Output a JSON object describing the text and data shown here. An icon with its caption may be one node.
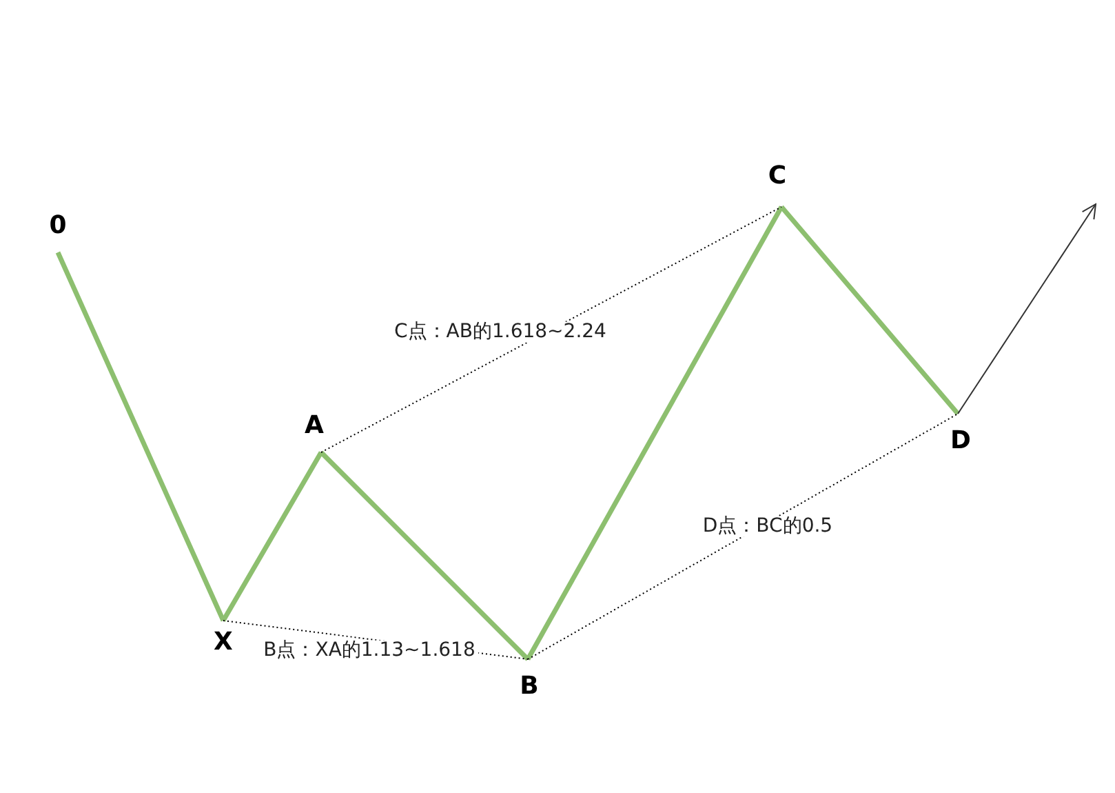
{
  "diagram": {
    "nodes": [
      {
        "text": [
          "0"
        ]
      },
      {
        "text": [
          "X"
        ]
      },
      {
        "text": [
          "A"
        ]
      },
      {
        "text": [
          "B"
        ]
      },
      {
        "text": [
          "C"
        ]
      },
      {
        "text": [
          "D"
        ]
      }
    ],
    "edges": [
      {
        "from": 0,
        "to": 1,
        "arrow": "none"
      },
      {
        "from": 1,
        "to": 2,
        "arrow": "none"
      },
      {
        "from": 2,
        "to": 3,
        "arrow": "none"
      },
      {
        "from": 3,
        "to": 4,
        "arrow": "none"
      },
      {
        "from": 4,
        "to": 5,
        "arrow": "none"
      },
      {
        "from": 1,
        "to": 3,
        "arrow": "none",
        "style": "dashed",
        "color": "#000000",
        "label": "B点：XA的1.13~1.618"
      },
      {
        "from": 2,
        "to": 4,
        "arrow": "none",
        "style": "dashed",
        "color": "#000000",
        "label": "C点：AB的1.618~2.24"
      },
      {
        "from": 3,
        "to": 5,
        "arrow": "none",
        "style": "dashed",
        "color": "#000000",
        "label": "D点：BC的0.5"
      },
      {
        "from": 5,
        "to": null,
        "arrow": "to",
        "color": "#333333"
      }
    ]
  }
}
